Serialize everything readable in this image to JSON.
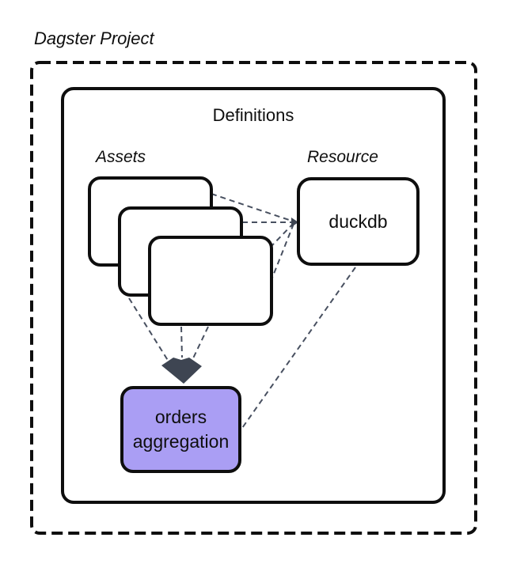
{
  "diagram": {
    "title": "Dagster Project",
    "definitions": {
      "label": "Definitions"
    },
    "assets": {
      "label": "Assets"
    },
    "resource": {
      "label": "Resource",
      "node": "duckdb"
    },
    "asset_node": {
      "line1": "orders",
      "line2": "aggregation"
    },
    "colors": {
      "border": "#0E0E0E",
      "connector": "#485060",
      "arrowhead": "#3E4552",
      "asset_highlight": "#AA9EF4",
      "background": "#FFFFFF"
    }
  }
}
